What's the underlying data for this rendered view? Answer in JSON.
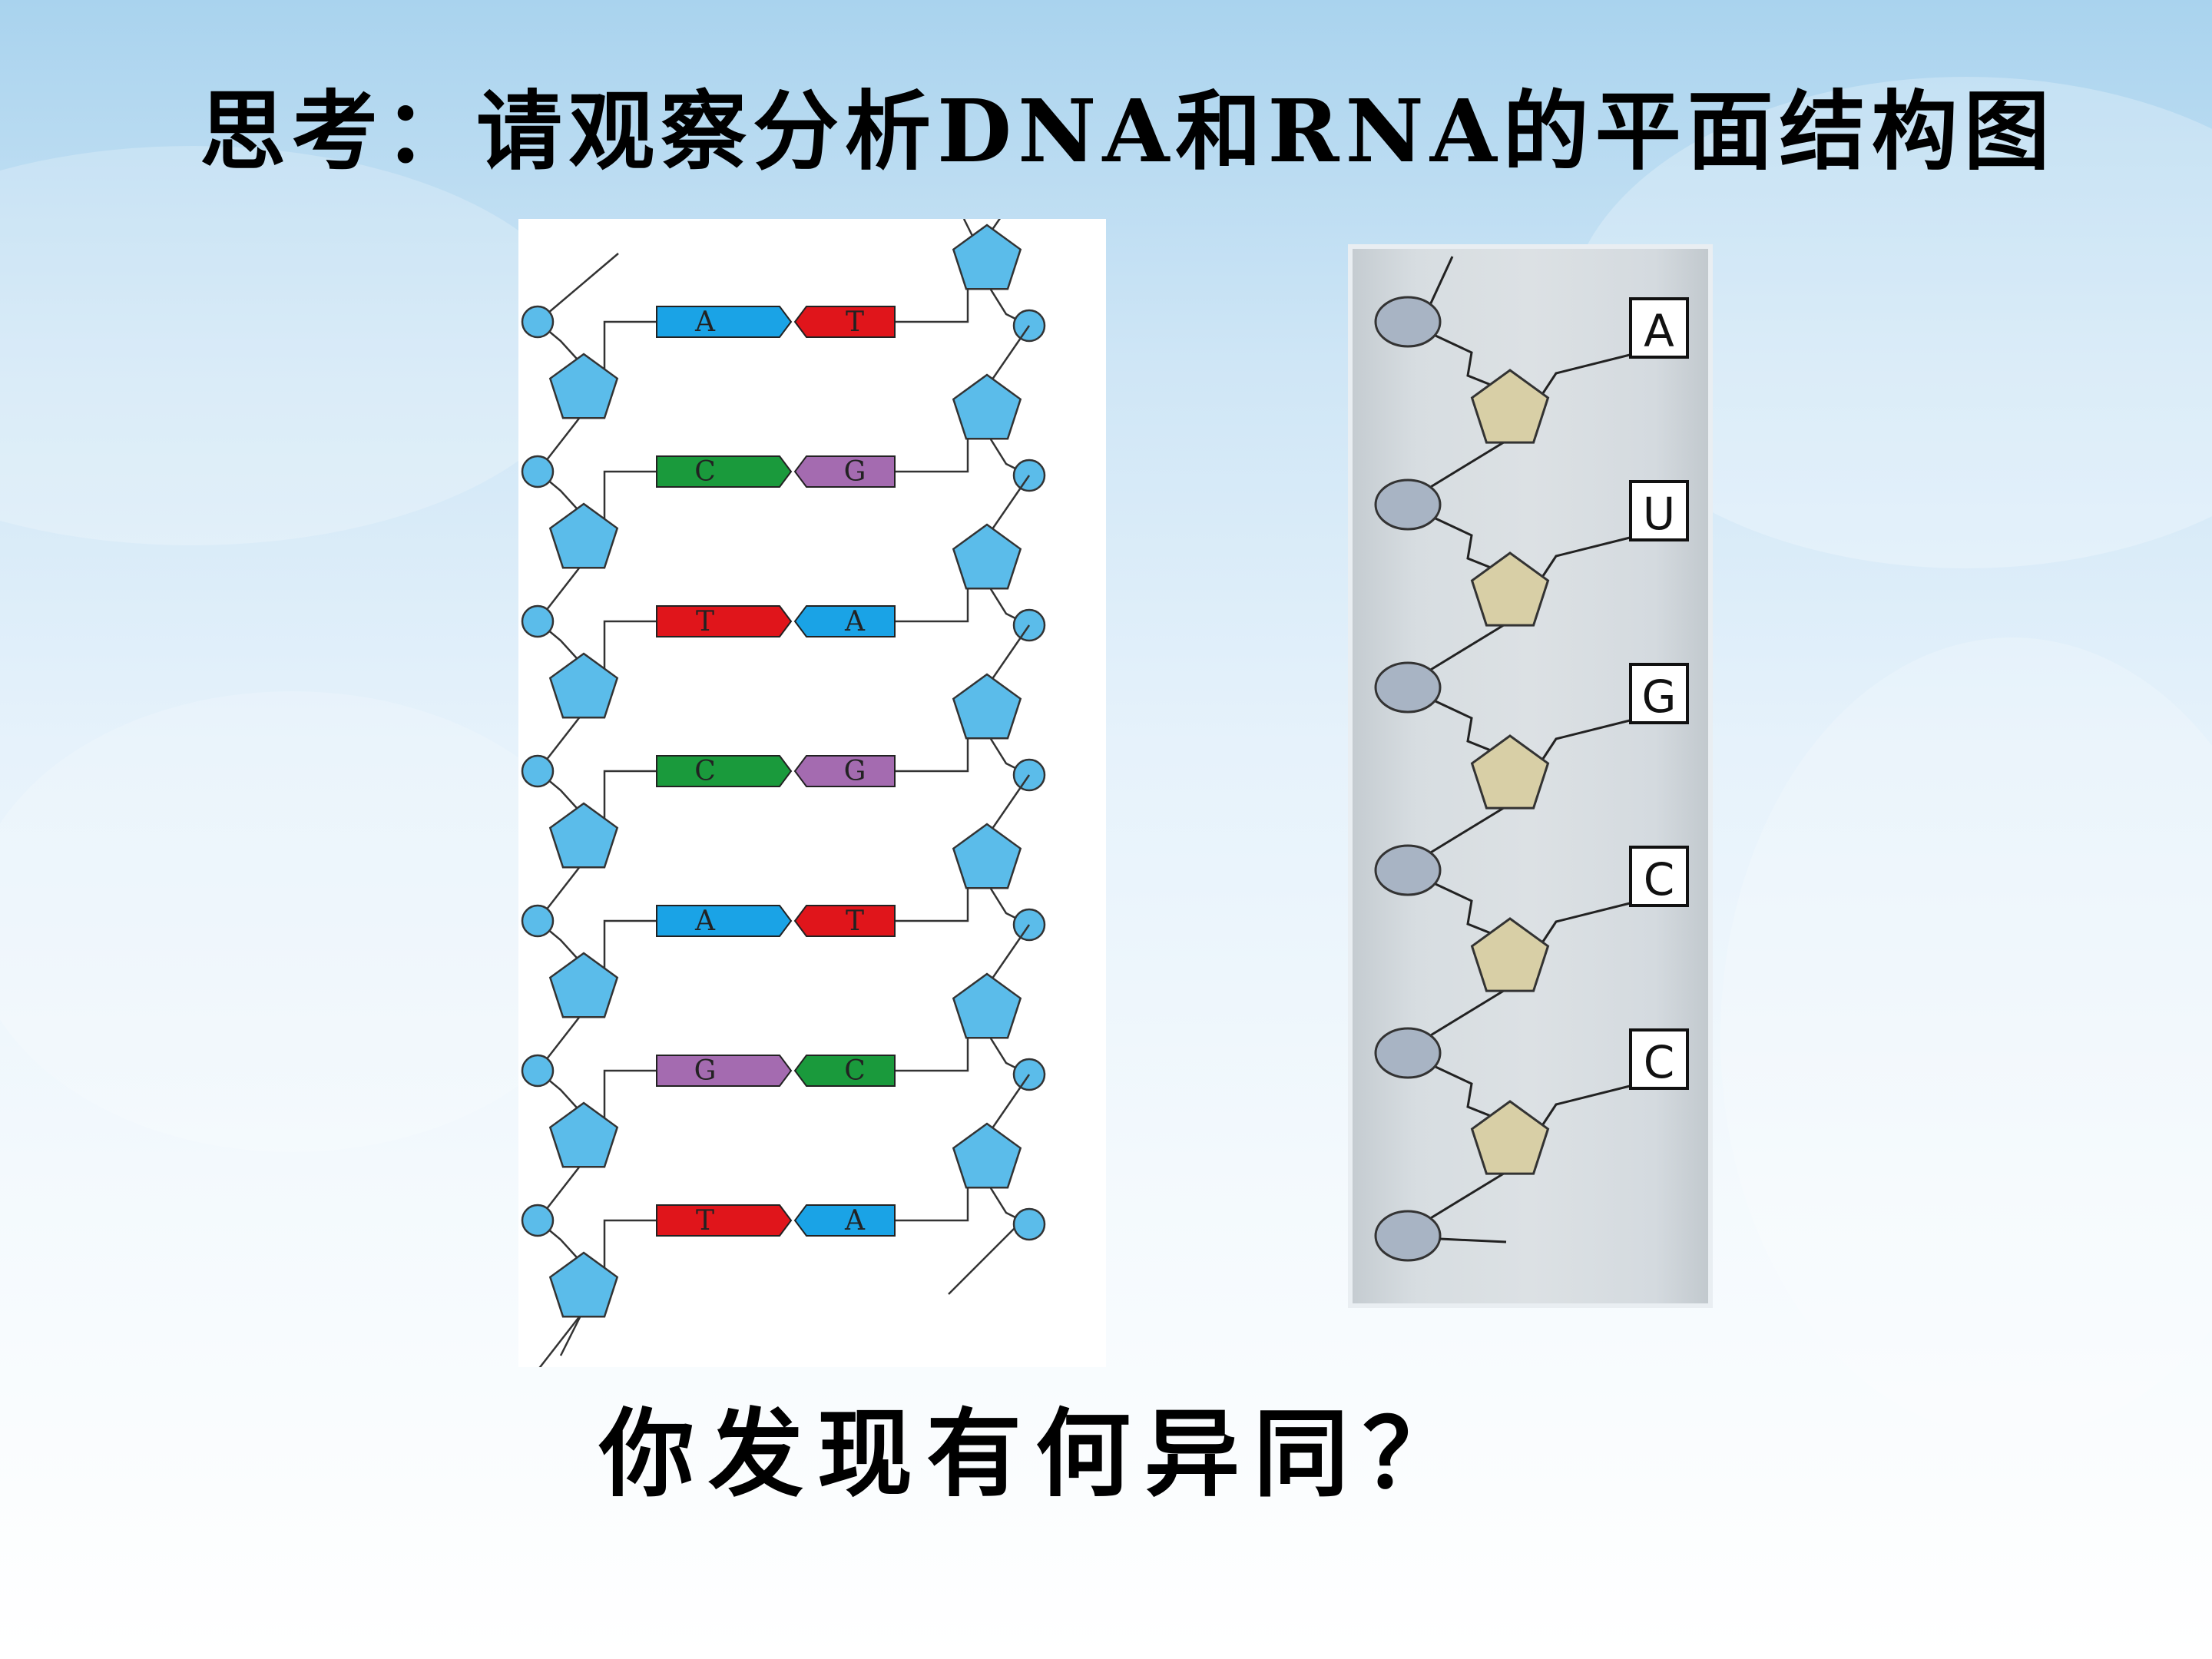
{
  "slide": {
    "title": "思考：请观察分析DNA和RNA的平面结构图",
    "question": "你发现有何异同？"
  },
  "dna": {
    "pairs": [
      {
        "left": "A",
        "right": "T"
      },
      {
        "left": "C",
        "right": "G"
      },
      {
        "left": "T",
        "right": "A"
      },
      {
        "left": "C",
        "right": "G"
      },
      {
        "left": "A",
        "right": "T"
      },
      {
        "left": "G",
        "right": "C"
      },
      {
        "left": "T",
        "right": "A"
      }
    ],
    "base_colors": {
      "A": "#1aa3e6",
      "T": "#e0151b",
      "C": "#1a9a3c",
      "G": "#a46bb0"
    },
    "phosphate_color": "#5bbcea",
    "sugar_color": "#5bbcea"
  },
  "rna": {
    "bases": [
      "A",
      "U",
      "G",
      "C",
      "C"
    ],
    "phosphate_color": "#a8b4c4",
    "sugar_color": "#d8cfa6"
  }
}
